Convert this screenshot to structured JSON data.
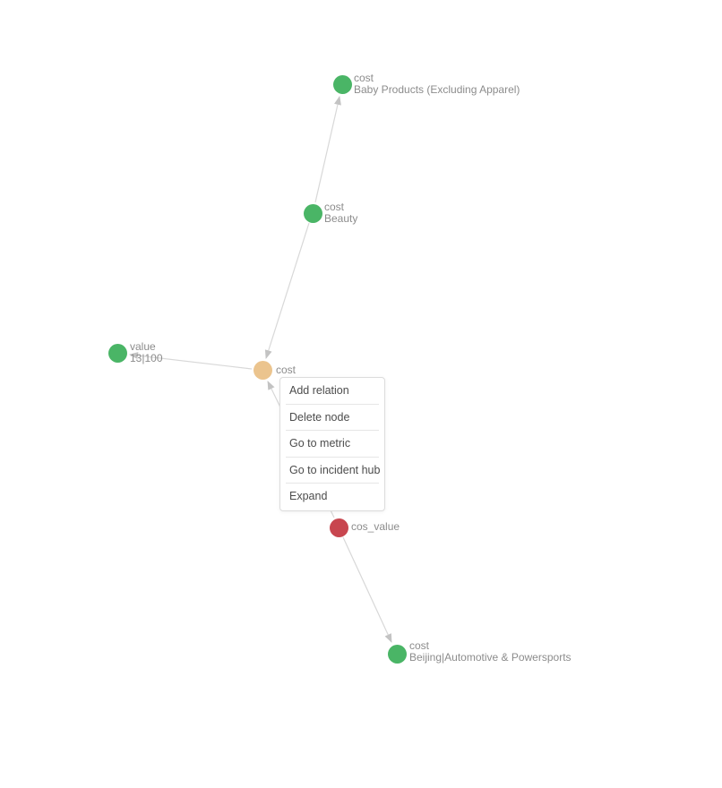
{
  "colors": {
    "node_green": "#4ab566",
    "node_tan": "#ebc48e",
    "node_red": "#c8464f",
    "edge_gray": "#d8d8d8",
    "arrow_gray": "#c3c3c3",
    "node_label_gray": "#8c8c8c",
    "menu_text": "#4c4c4c",
    "menu_border": "#dcdcdc"
  },
  "graph": {
    "nodes": [
      {
        "id": "baby-products",
        "metric": "cost",
        "name": "Baby Products (Excluding Apparel)",
        "color": "green"
      },
      {
        "id": "beauty",
        "metric": "cost",
        "name": "Beauty",
        "color": "green"
      },
      {
        "id": "value-13-100",
        "metric": "value",
        "name": "13|100",
        "color": "green"
      },
      {
        "id": "cost-center",
        "metric": "cost",
        "name": "",
        "color": "tan"
      },
      {
        "id": "cos-value",
        "metric": "cos_value",
        "name": "",
        "color": "red"
      },
      {
        "id": "beijing-automotive",
        "metric": "cost",
        "name": "Beijing|Automotive & Powersports",
        "color": "green"
      }
    ],
    "edges": [
      {
        "from": "beauty",
        "to": "baby-products",
        "arrow_at": "baby-products"
      },
      {
        "from": "beauty",
        "to": "cost-center",
        "arrow_at": "cost-center"
      },
      {
        "from": "cos-value",
        "to": "cost-center",
        "arrow_at": "cost-center"
      },
      {
        "from": "cost-center",
        "to": "value-13-100",
        "arrow_at": "value-13-100"
      },
      {
        "from": "cos-value",
        "to": "beijing-automotive",
        "arrow_at": "beijing-automotive"
      }
    ]
  },
  "context_menu": {
    "items": [
      {
        "label": "Add relation"
      },
      {
        "label": "Delete node"
      },
      {
        "label": "Go to metric"
      },
      {
        "label": "Go to incident hub"
      },
      {
        "label": "Expand"
      }
    ]
  }
}
